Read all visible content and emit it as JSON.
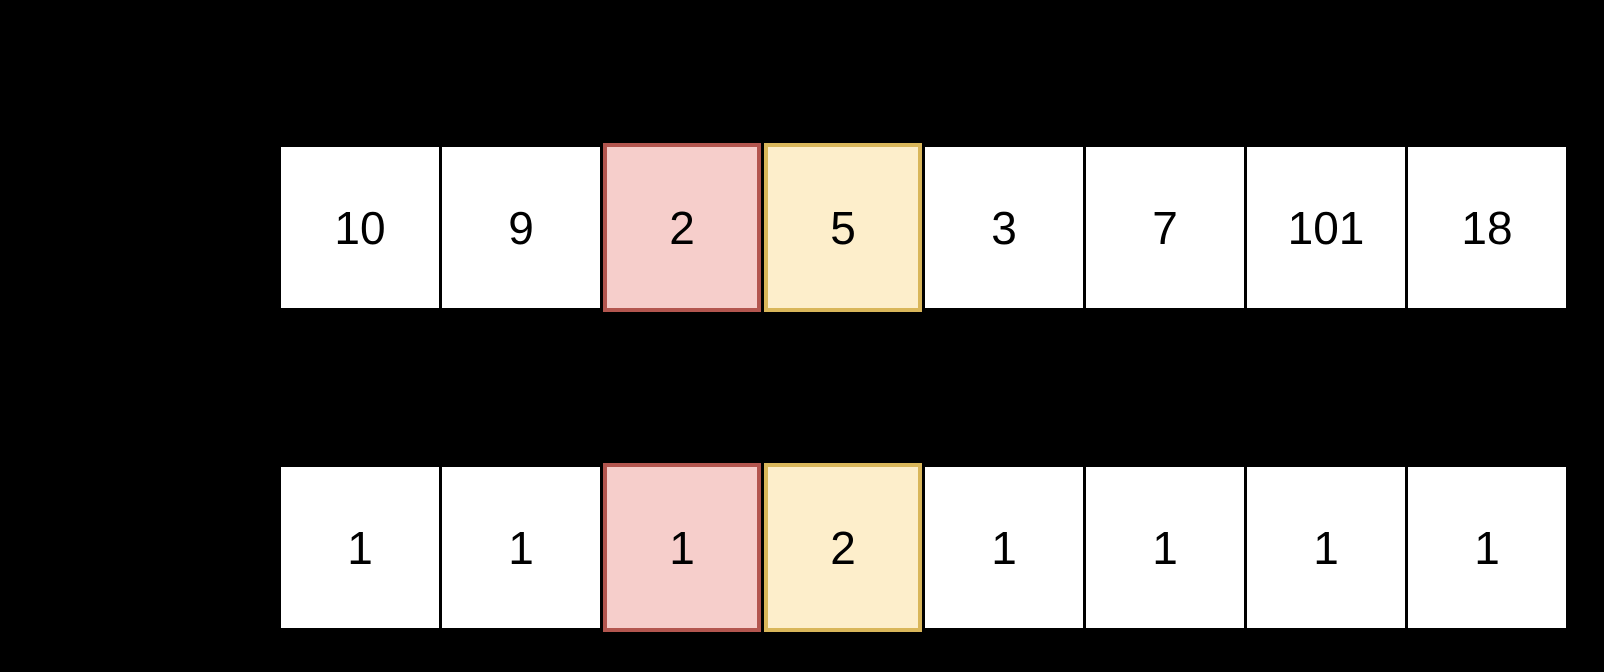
{
  "diagram": {
    "palette": {
      "background": "#000000",
      "cell_fill": "#ffffff",
      "cell_divider": "#000000",
      "text": "#000000",
      "red_fill": "#f6cecb",
      "red_border": "#b3564f",
      "yellow_fill": "#fdeecb",
      "yellow_border": "#d9b65a"
    },
    "rows": [
      {
        "id": "top-array",
        "cells": [
          {
            "value": "10",
            "highlight": "none"
          },
          {
            "value": "9",
            "highlight": "none"
          },
          {
            "value": "2",
            "highlight": "red"
          },
          {
            "value": "5",
            "highlight": "yellow"
          },
          {
            "value": "3",
            "highlight": "none"
          },
          {
            "value": "7",
            "highlight": "none"
          },
          {
            "value": "101",
            "highlight": "none"
          },
          {
            "value": "18",
            "highlight": "none"
          }
        ]
      },
      {
        "id": "bottom-array",
        "cells": [
          {
            "value": "1",
            "highlight": "none"
          },
          {
            "value": "1",
            "highlight": "none"
          },
          {
            "value": "1",
            "highlight": "red"
          },
          {
            "value": "2",
            "highlight": "yellow"
          },
          {
            "value": "1",
            "highlight": "none"
          },
          {
            "value": "1",
            "highlight": "none"
          },
          {
            "value": "1",
            "highlight": "none"
          },
          {
            "value": "1",
            "highlight": "none"
          }
        ]
      }
    ]
  }
}
